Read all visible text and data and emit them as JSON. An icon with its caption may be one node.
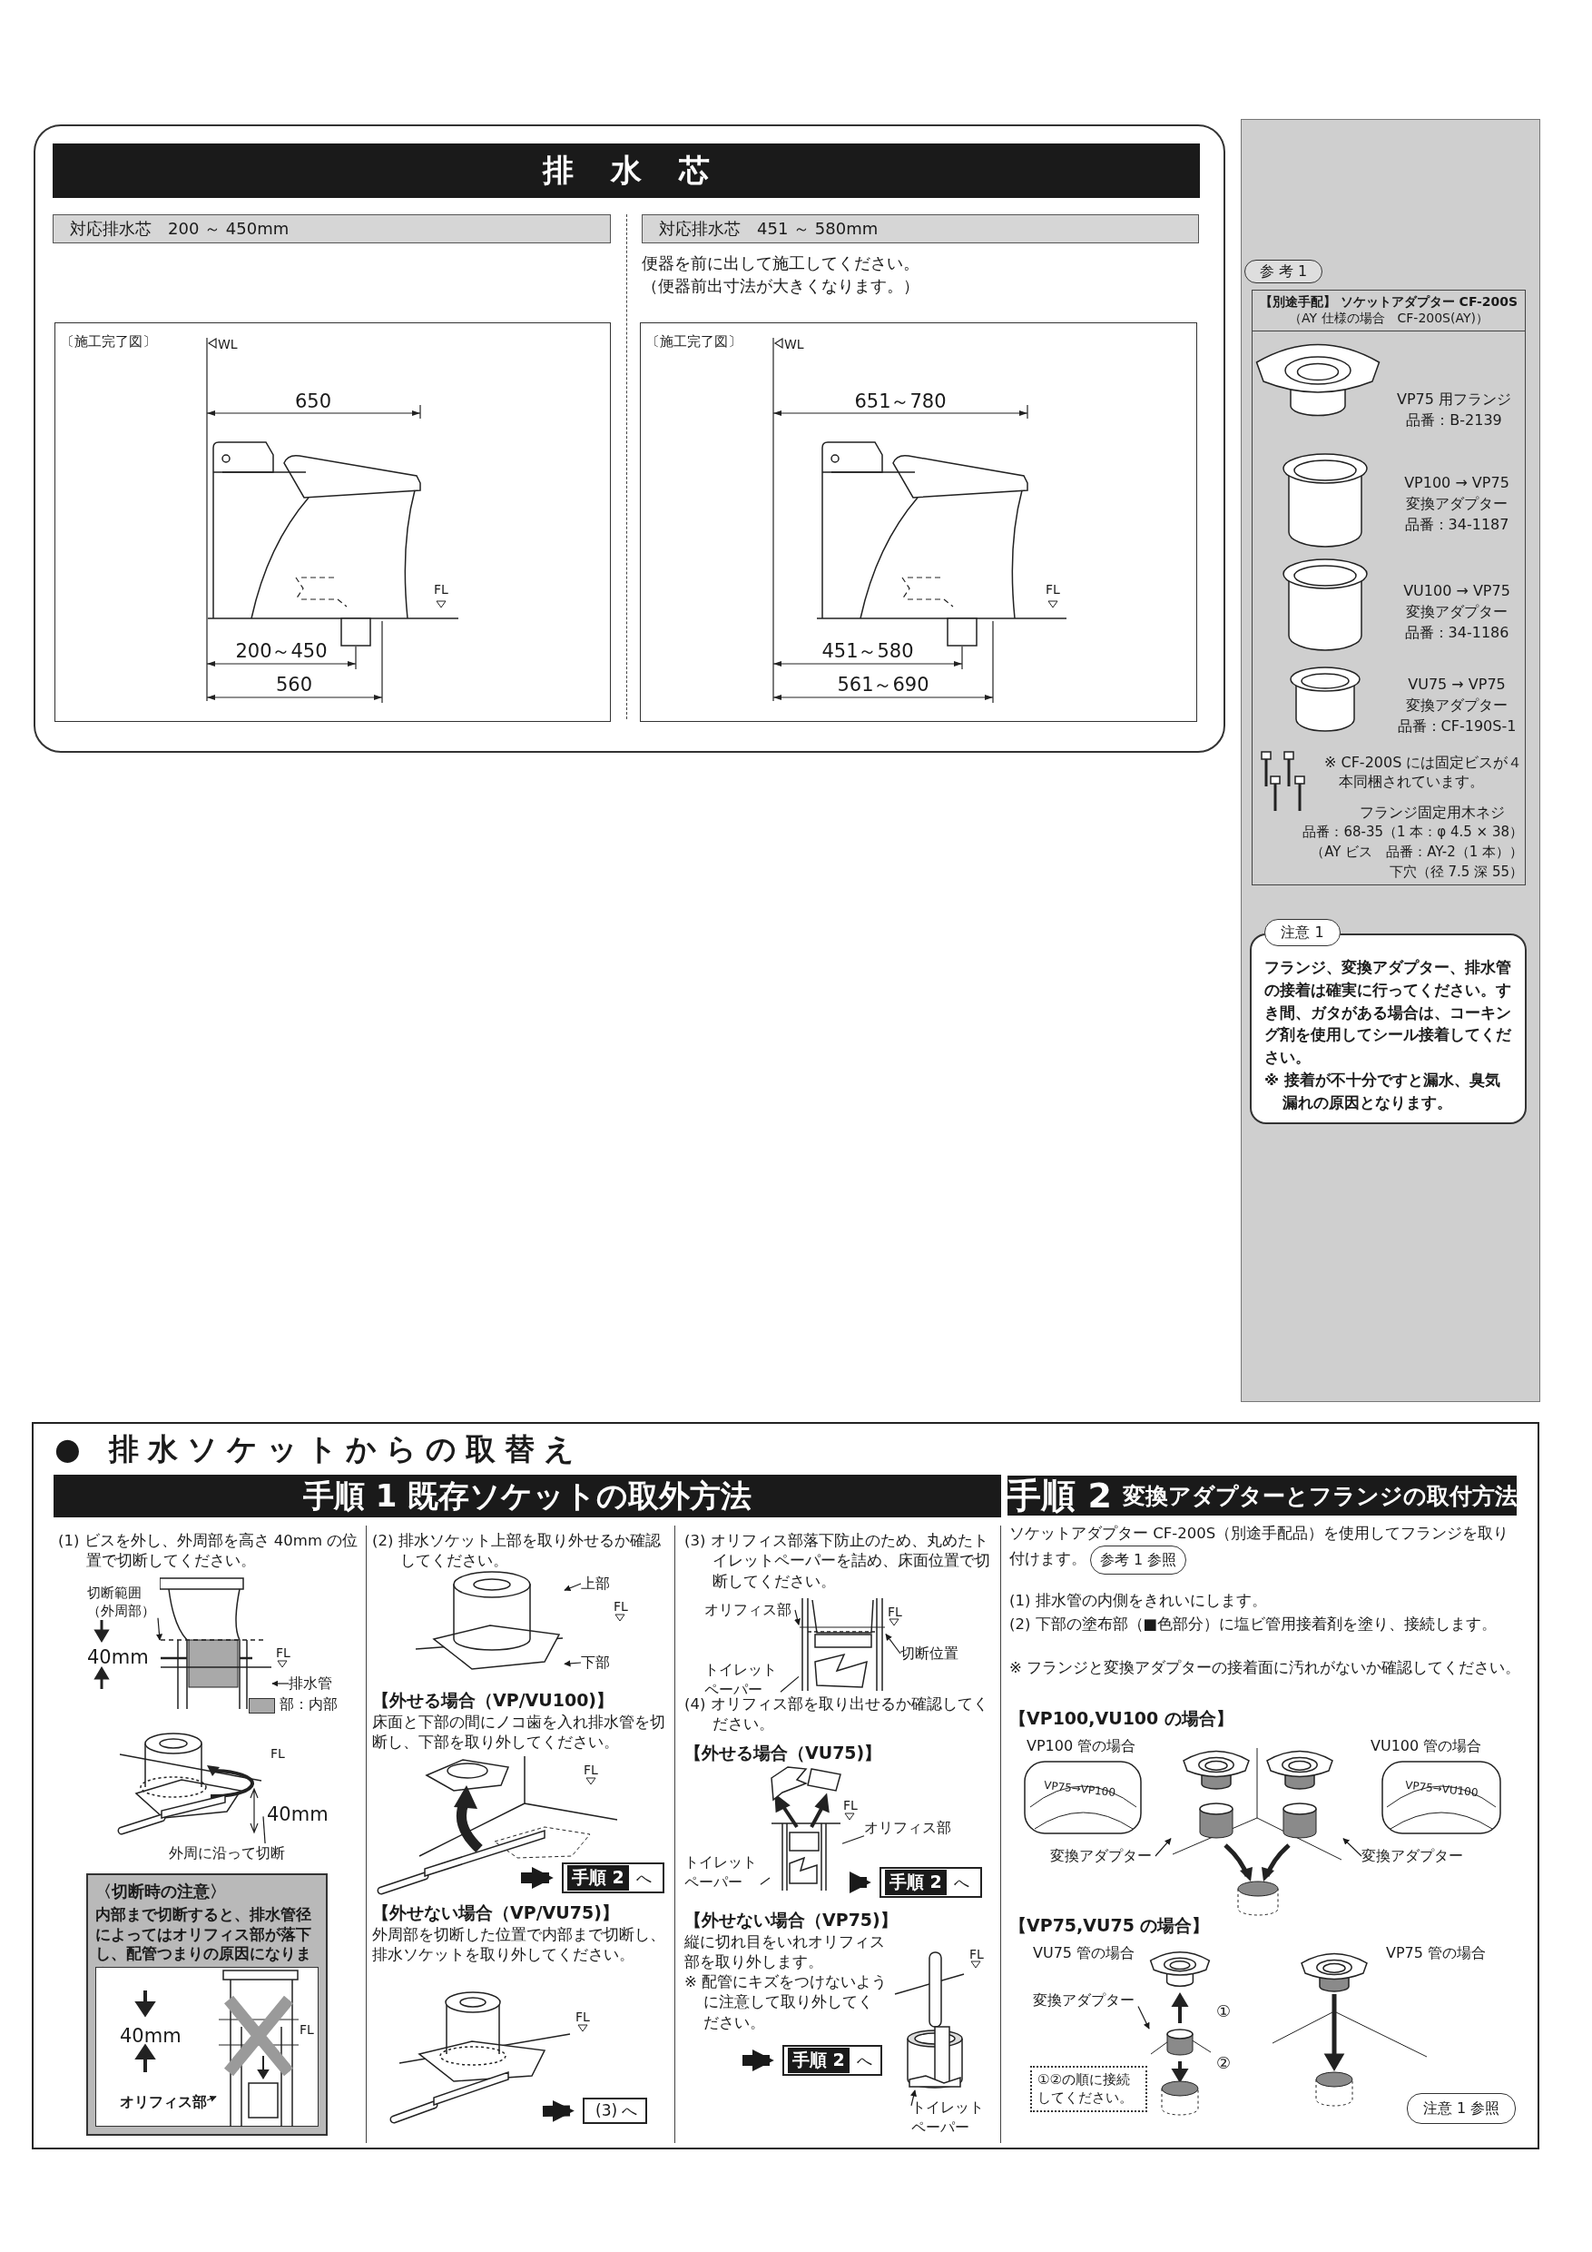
{
  "diagram": {
    "nodes": [
      {
        "text": [
          "排水芯"
        ]
      },
      {
        "text": [
          "対応排水芯　200 ～ 450mm"
        ]
      },
      {
        "text": [
          "対応排水芯　451 ～ 580mm"
        ]
      },
      {
        "text": [
          "〔施工完了図〕"
        ]
      },
      {
        "text": [
          "〔施工完了図〕"
        ]
      },
      {
        "text": [
          "参 考 1"
        ]
      },
      {
        "text": [
          "【別途手配】 ソケットアダプター CF-200S",
          "（AY 仕様の場合　CF-200S(AY)）"
        ]
      },
      {
        "text": [
          "注意 1"
        ]
      },
      {
        "text": [
          "フランジ、変換アダプター、排水管の接着は確実に行ってください。すき間、ガタがある場合は、コーキング剤を使用してシール接着してください。",
          "※ 接着が不十分ですと漏水、臭気漏れの原因となります。"
        ]
      },
      {
        "text": [
          "手順 1 既存ソケットの取外方法"
        ]
      },
      {
        "text": [
          "手順 2",
          "変換アダプターとフランジの取付方法"
        ]
      },
      {
        "text": [
          "切断範囲（外周部）"
        ]
      },
      {
        "text": [
          "排水管"
        ]
      },
      {
        "text": [
          "外周に沿って切断"
        ]
      },
      {
        "text": [
          "〈切断時の注意〉",
          "内部まで切断すると、排水管径によってはオリフィス部が落下し、配管つまりの原因になります。"
        ]
      },
      {
        "text": [
          "オリフィス部"
        ],
        "in": 14
      },
      {
        "text": [
          "上部"
        ]
      },
      {
        "text": [
          "下部"
        ]
      },
      {
        "text": [
          "手順 2",
          "へ"
        ]
      },
      {
        "text": [
          "(3) へ"
        ]
      },
      {
        "text": [
          "オリフィス部"
        ]
      },
      {
        "text": [
          "切断位置"
        ]
      },
      {
        "text": [
          "トイレットペーパー"
        ]
      },
      {
        "text": [
          "オリフィス部"
        ]
      },
      {
        "text": [
          "トイレットペーパー"
        ]
      },
      {
        "text": [
          "手順 2",
          "へ"
        ]
      },
      {
        "text": [
          "トイレットペーパー"
        ]
      },
      {
        "text": [
          "手順 2",
          "へ"
        ]
      },
      {
        "text": [
          "参考 1 参照"
        ]
      },
      {
        "text": [
          "変換アダプター"
        ]
      },
      {
        "text": [
          "変換アダプター"
        ]
      },
      {
        "text": [
          "変換アダプター"
        ]
      },
      {
        "text": [
          "①②の順に接続してください。"
        ]
      },
      {
        "text": [
          "注意 1 参照"
        ]
      },
      {
        "text": [],
        "shape": "picture"
      },
      {
        "text": [],
        "shape": "picture"
      },
      {
        "text": [],
        "shape": "picture",
        "in": 14
      },
      {
        "text": [],
        "shape": "picture"
      },
      {
        "text": [],
        "shape": "picture"
      },
      {
        "text": [],
        "shape": "picture"
      },
      {
        "text": [],
        "shape": "picture"
      },
      {
        "text": [],
        "shape": "picture"
      },
      {
        "text": [],
        "shape": "picture"
      }
    ],
    "edges": [
      {
        "from": null,
        "to": 18,
        "arrow": "to",
        "style": "thick"
      },
      {
        "from": null,
        "to": 19,
        "arrow": "to",
        "style": "thick"
      },
      {
        "from": null,
        "to": 25,
        "arrow": "to",
        "style": "thick"
      },
      {
        "from": null,
        "to": 27,
        "arrow": "to",
        "style": "thick"
      },
      {
        "from": 11,
        "to": 34,
        "arrow": "to"
      },
      {
        "from": 12,
        "to": 34,
        "arrow": "to"
      },
      {
        "from": 13,
        "to": 35,
        "arrow": "none"
      },
      {
        "from": 15,
        "to": 36,
        "arrow": "to"
      },
      {
        "from": 16,
        "to": 37,
        "arrow": "to"
      },
      {
        "from": 17,
        "to": 37,
        "arrow": "to"
      },
      {
        "from": 20,
        "to": 38,
        "arrow": "to"
      },
      {
        "from": 21,
        "to": 38,
        "arrow": "to"
      },
      {
        "from": 22,
        "to": 38,
        "arrow": "none"
      },
      {
        "from": 23,
        "to": 39,
        "arrow": "none"
      },
      {
        "from": 24,
        "to": 39,
        "arrow": "none"
      },
      {
        "from": 26,
        "to": 40,
        "arrow": "to"
      },
      {
        "from": 29,
        "to": 41,
        "arrow": "to"
      },
      {
        "from": 30,
        "to": 41,
        "arrow": "to"
      },
      {
        "from": 31,
        "to": 42,
        "arrow": "to"
      }
    ],
    "labels": [
      "便器を前に出して施工してください。",
      "（便器前出寸法が大きくなります。）",
      "WL",
      "650",
      "FL",
      "200～450",
      "560",
      "WL",
      "651～780",
      "FL",
      "451～580",
      "561～690",
      "VP75 用フランジ",
      "品番：B-2139",
      "VP100 → VP75",
      "変換アダプター",
      "品番：34-1187",
      "VU100 → VP75",
      "変換アダプター",
      "品番：34-1186",
      "VU75 → VP75",
      "変換アダプター",
      "品番：CF-190S-1",
      "※ CF-200S には固定ビスが４本同梱されています。",
      "フランジ固定用木ネジ",
      "品番：68-35（1 本：φ 4.5 × 38）",
      "（AY ビス　品番：AY-2（1 本））",
      "下穴（径 7.5 深 55）",
      "● 排水ソケットからの取替え",
      "(1) ビスを外し、外周部を高さ 40mm の位置で切断してください。",
      "40mm",
      "FL",
      "FL",
      "40mm",
      "40mm",
      "FL",
      "(2) 排水ソケット上部を取り外せるか確認してください。",
      "FL",
      "【外せる場合（VP/VU100)】",
      "床面と下部の間にノコ歯を入れ排水管を切断し、下部を取り外してください。",
      "FL",
      "【外せない場合（VP/VU75)】",
      "外周部を切断した位置で内部まで切断し、排水ソケットを取り外してください。",
      "FL",
      "(3) オリフィス部落下防止のため、丸めたトイレットペーパーを詰め、床面位置で切断してください。",
      "FL",
      "(4) オリフィス部を取り出せるか確認してください。",
      "【外せる場合（VU75)】",
      "FL",
      "【外せない場合（VP75)】",
      "縦に切れ目をいれオリフィス部を取り外します。",
      "※ 配管にキズをつけないように注意して取り外してください。",
      "FL",
      "ソケットアダプター CF-200S（別途手配品）を使用してフランジを取り付けます。",
      "(1) 排水管の内側をきれいにします。",
      "(2) 下部の塗布部（■色部分）に塩ビ管用接着剤を塗り、接続します。",
      "※ フランジと変換アダプターの接着面に汚れがないか確認してください。",
      "【VP100,VU100 の場合】",
      "VP100 管の場合",
      "VU100 管の場合",
      "VP75→VP100",
      "VP75→VU100",
      "【VP75,VU75 の場合】",
      "VU75 管の場合",
      "VP75 管の場合",
      "①",
      "②"
    ],
    "legend": [
      {
        "text": "部：内部",
        "color": "#a9a9a9"
      }
    ]
  }
}
